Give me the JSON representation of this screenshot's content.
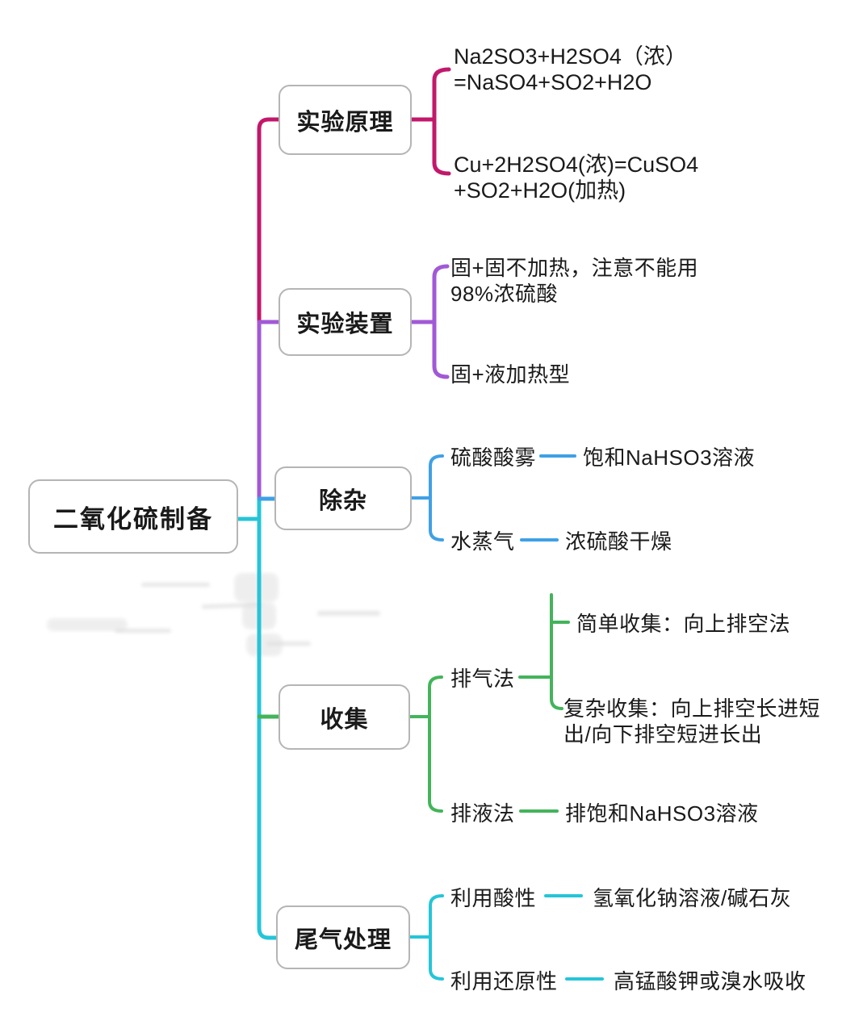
{
  "colors": {
    "crimson": "#C2186B",
    "purple": "#A159D6",
    "blue": "#3FA0E6",
    "green": "#43B45A",
    "cyan": "#25C5D8",
    "box_border": "#B5B5B5",
    "text": "#1A1A1A"
  },
  "root": {
    "label": "二氧化硫制备"
  },
  "branches": [
    {
      "label": "实验原理",
      "color": "crimson",
      "children": [
        {
          "text": "Na2SO3+H2SO4（浓）\n=NaSO4+SO2+H2O"
        },
        {
          "text": "Cu+2H2SO4(浓)=CuSO4\n+SO2+H2O(加热)"
        }
      ]
    },
    {
      "label": "实验装置",
      "color": "purple",
      "children": [
        {
          "text": "固+固不加热，注意不能用\n98%浓硫酸"
        },
        {
          "text": "固+液加热型"
        }
      ]
    },
    {
      "label": "除杂",
      "color": "blue",
      "children": [
        {
          "label": "硫酸酸雾",
          "text": "饱和NaHSO3溶液"
        },
        {
          "label": "水蒸气",
          "text": "浓硫酸干燥"
        }
      ]
    },
    {
      "label": "收集",
      "color": "green",
      "children": [
        {
          "label": "排气法",
          "children": [
            {
              "text": "简单收集：向上排空法"
            },
            {
              "text": "复杂收集：向上排空长进短\n出/向下排空短进长出"
            }
          ]
        },
        {
          "label": "排液法",
          "text": "排饱和NaHSO3溶液"
        }
      ]
    },
    {
      "label": "尾气处理",
      "color": "cyan",
      "children": [
        {
          "label": "利用酸性",
          "text": "氢氧化钠溶液/碱石灰"
        },
        {
          "label": "利用还原性",
          "text": "高锰酸钾或溴水吸收"
        }
      ]
    }
  ]
}
